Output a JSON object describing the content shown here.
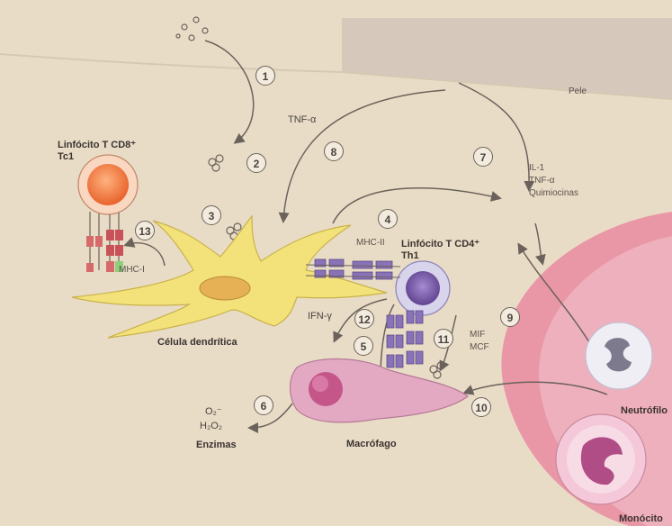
{
  "labels": {
    "pele": "Pele",
    "tnf_alpha_top": "TNF-α",
    "cd8_title_1": "Linfócito T CD8⁺",
    "cd8_title_2": "Tc1",
    "mhc1": "MHC-I",
    "mhc2": "MHC-II",
    "cd4_title_1": "Linfócito T CD4⁺",
    "cd4_title_2": "Th1",
    "cytokines_1": "IL-1",
    "cytokines_2": "TNF-α",
    "cytokines_3": "Quimiocinas",
    "ifn_gamma": "IFN-γ",
    "mif": "MIF",
    "mcf": "MCF",
    "celula_dendritica": "Célula dendrítica",
    "macrofago": "Macrófago",
    "o2": "O₂⁻",
    "h2o2": "H₂O₂",
    "enzimas": "Enzimas",
    "neutrofilo": "Neutrófilo",
    "monocito": "Monócito"
  },
  "steps": [
    "1",
    "2",
    "3",
    "4",
    "5",
    "6",
    "7",
    "8",
    "9",
    "10",
    "11",
    "12",
    "13"
  ],
  "colors": {
    "page_background": "#e9dcc6",
    "skin_band": "#cfc3b8",
    "vessel": "#e98ba0",
    "dendritic_cell": "#f3e27a",
    "macrophage": "#e3a9c3",
    "cd8_cell": "#f2894d",
    "cd4_cell": "#7c5aa8",
    "receptor": "#8a72b8",
    "receptor_red": "#d66a6a"
  },
  "icons": [
    "antigen-particle-icon",
    "arrow-icon"
  ]
}
